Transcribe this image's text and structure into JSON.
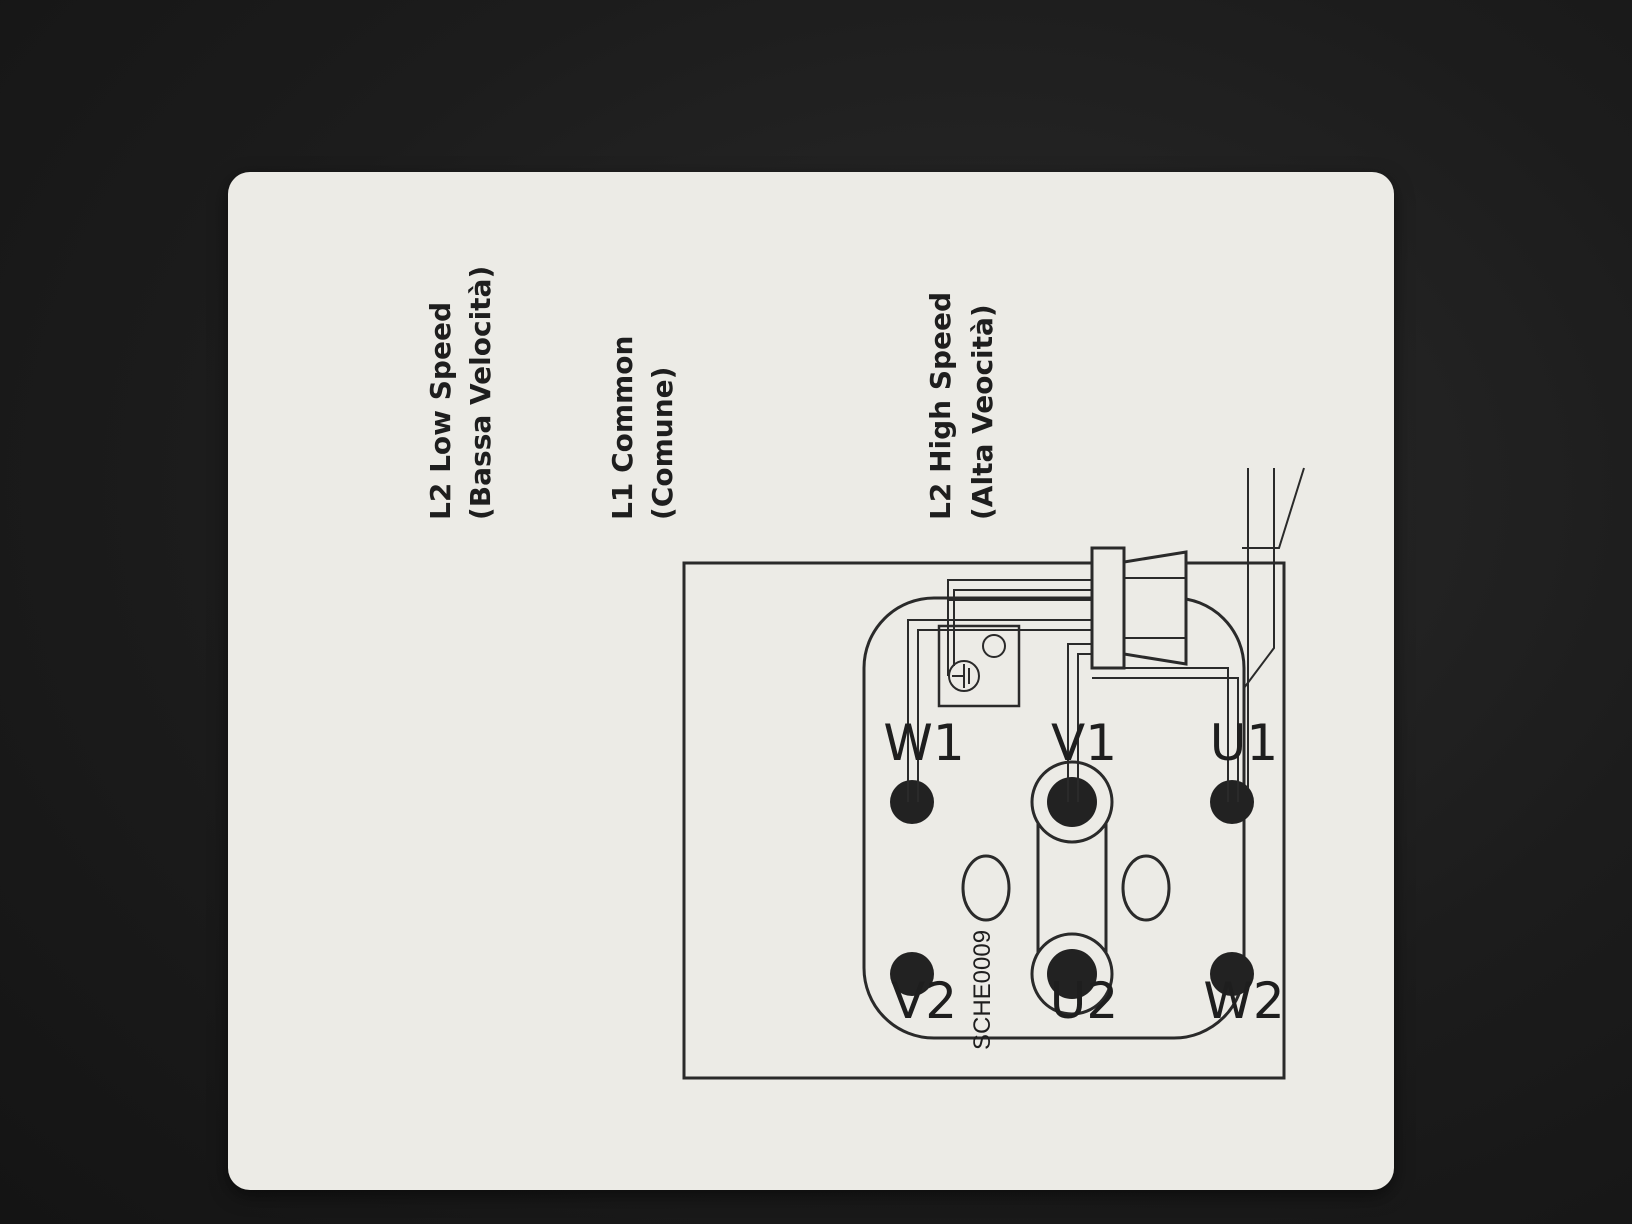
{
  "labels": {
    "low_speed_line1": "L2 Low Speed",
    "low_speed_line2": "(Bassa Velocità)",
    "common_line1": "L1 Common",
    "common_line2": "(Comune)",
    "high_speed_line1": "L2  High Speed",
    "high_speed_line2": "(Alta Veocità)"
  },
  "terminals": {
    "w1": "W1",
    "v1": "V1",
    "u1": "U1",
    "v2": "V2",
    "u2": "U2",
    "w2": "W2"
  },
  "drawing_code": "SCHE0009"
}
